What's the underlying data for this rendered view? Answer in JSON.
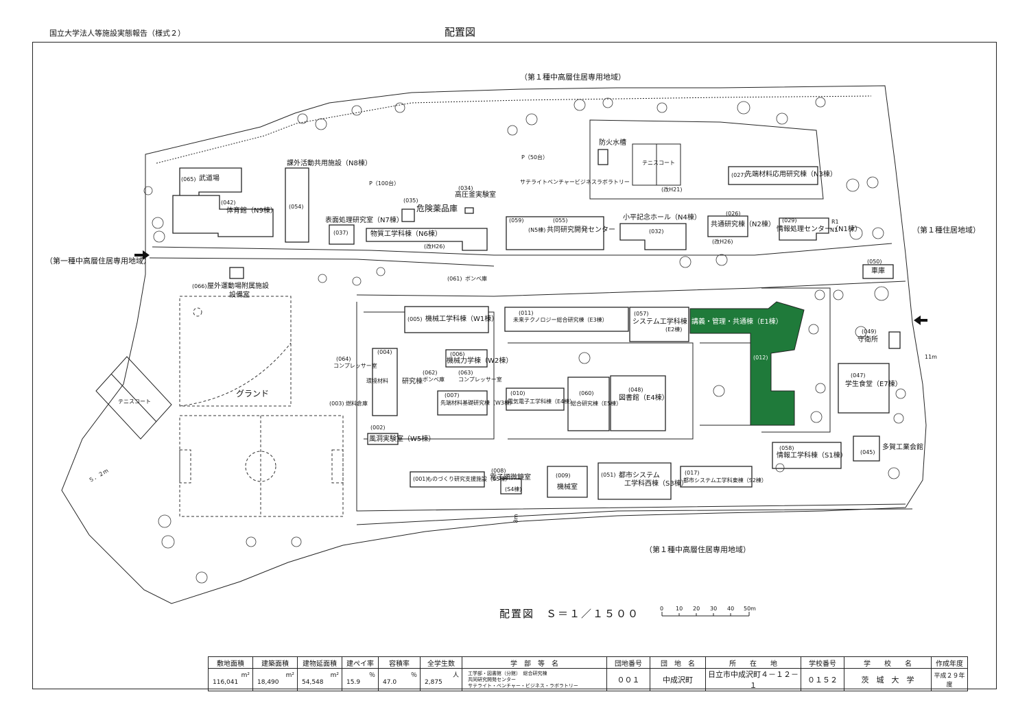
{
  "header": {
    "form_title": "国立大学法人等施設実態報告（様式２）",
    "page_title": "配置図"
  },
  "zones": {
    "north": "（第１種中高層住居専用地域）",
    "south": "（第１種中高層住居専用地域）",
    "west": "（第一種中高層住居専用地域）",
    "east": "（第１種住居地域）"
  },
  "buildings": {
    "budojo_code": "(065)",
    "budojo": "武道場",
    "gym_code": "(042)",
    "gym": "体育館（N9棟）",
    "club_code": "(054)",
    "club": "課外活動共用施設（N8棟）",
    "surface_code": "(037)",
    "surface": "表面処理研究室（N7棟）",
    "hazmat_code": "(035)",
    "hazmat": "危険薬品庫",
    "autoclave_code": "(034)",
    "autoclave": "高圧釜実験室",
    "materials": "物質工学科棟（N6棟）",
    "materials_year": "(改H26)",
    "satellite": "サテライトベンチャービジネスラボラトリー",
    "joint_code": "(059)",
    "joint_n5": "(N5棟)",
    "joint_code2": "(055)",
    "joint": "共同研究開発センター",
    "fire_tank": "防火水槽",
    "tennis_n": "テニスコート",
    "tennis_n_year": "(改H21)",
    "advanced_code": "(027)",
    "advanced": "先端材料応用研究棟（N3棟）",
    "kodaira": "小平記念ホール（N4棟）",
    "kodaira_code": "(032)",
    "common_code": "(026)",
    "common": "共通研究棟（N2棟）",
    "common_year": "(改H26)",
    "info_center_code": "(029)",
    "info_center": "情報処理センター（N1棟）",
    "parking_code": "(050)",
    "parking": "車庫",
    "outdoor_code": "(066)",
    "outdoor": "屋外運動場附属施設",
    "outdoor2": "設備室",
    "gas_code": "(061)",
    "gas": "ボンベ庫",
    "mech_code": "(005)",
    "mech": "機械工学科棟（W1棟）",
    "future_code": "(011)",
    "future": "未来テクノロジー総合研究棟（E3棟）",
    "system_code": "(057)",
    "system": "システム工学科棟",
    "system_e2": "(E2棟)",
    "lecture": "講義・管理・共通棟（E1棟）",
    "lecture_code": "(012)",
    "guard_code": "(049)",
    "guard": "守衛所",
    "mechsys_code": "(006)",
    "mechsys": "機械力学棟（W2棟）",
    "compressor1_code": "(064)",
    "compressor1": "コンプレッサー室",
    "env_code": "(004)",
    "env": "環境材料",
    "research": "研究棟",
    "gas2_code": "(062)",
    "gas2": "ボンベ庫",
    "compressor2_code": "(063)",
    "compressor2": "コンプレッサー室",
    "advbase_code": "(007)",
    "advbase": "先端材料基礎研究棟（W3棟）",
    "fuel_code": "(003)",
    "fuel": "燃料倉庫",
    "ground": "グランド",
    "tennis_w": "テニスコート",
    "elec_code": "(010)",
    "elec": "電気電子工学科棟（E4棟）",
    "general_code": "(060)",
    "general": "総合研究棟（E5棟）",
    "library_code": "(048)",
    "library": "図書館（E4棟）",
    "cafeteria_code": "(047)",
    "cafeteria": "学生食堂（E7棟）",
    "wind_code": "(002)",
    "wind": "風洞実験室（W5棟）",
    "monozukuri_code": "(001)",
    "monozukuri": "ものづくり研究支援施設（S5棟）",
    "microscope_code": "(008)",
    "microscope": "電子顕微鏡室",
    "microscope_s4": "(S4棟)",
    "machine_code": "(009)",
    "machine": "機械室",
    "civil_code": "(051)",
    "civil": "都市システム",
    "civil2": "工学科西棟（S3棟）",
    "civil_e_code": "(017)",
    "civil_e": "都市システム工学科東棟（S2棟）",
    "info_eng_code": "(058)",
    "info_eng": "情報工学科棟（S1棟）",
    "taga_code": "(045)",
    "taga": "多賀工業会館",
    "park100": "P（100台）",
    "park50": "P（50台）",
    "dist_11": "11m",
    "dist_52": "５．２m",
    "dist_8": "8m",
    "r1": "R1",
    "n1": "N1"
  },
  "scale": {
    "title": "配置図　Ｓ＝１／１５００",
    "ticks": [
      "0",
      "10",
      "20",
      "30",
      "40",
      "50m"
    ]
  },
  "info_table": {
    "headers": [
      "敷地面積",
      "建築面積",
      "建物延面積",
      "建ぺイ率",
      "容積率",
      "全学生数",
      "学　部　等　名",
      "団地番号",
      "団　地　名",
      "所　　在　　地",
      "学校番号",
      "学　　校　　名",
      "作成年度"
    ],
    "units": [
      "m²",
      "m²",
      "m²",
      "％",
      "％",
      "人"
    ],
    "values": [
      "116,041",
      "18,490",
      "54,548",
      "15.9",
      "47.0",
      "2,875"
    ],
    "faculty_lines": [
      "工学部・図書館（分館）　総合研究棟",
      "共同研究開発センター",
      "サテライト・ベンチャー・ビジネス・ラボラトリー"
    ],
    "site_no": "００１",
    "site_name": "中成沢町",
    "address": "日立市中成沢町４－１２－１",
    "school_no": "０１５２",
    "school_name": "茨　城　大　学",
    "year": "平成２９年度"
  },
  "colors": {
    "highlight": "#1f7a3a",
    "line": "#222222"
  }
}
